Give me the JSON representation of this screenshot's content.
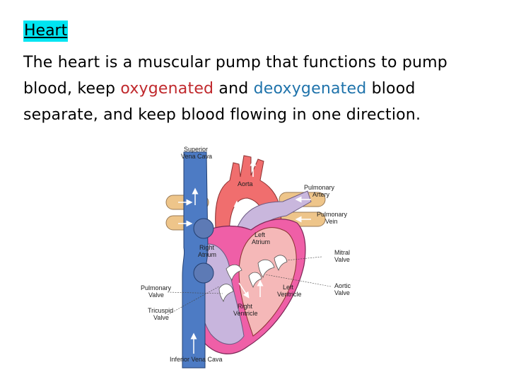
{
  "slide": {
    "title": "Heart",
    "paragraph": {
      "line1": "The heart is a muscular pump that functions to pump",
      "line2_start": "blood, keep ",
      "oxygenated": "oxygenated",
      "line2_mid": " and ",
      "deoxygenated": "deoxygenated",
      "line2_end": " blood",
      "line3": "separate, and keep blood flowing in one direction."
    },
    "colors": {
      "title_highlight": "#00e5f2",
      "oxygenated": "#c0292d",
      "deoxygenated": "#1f73ab"
    }
  },
  "diagram": {
    "labels": {
      "superior_vena_cava_1": "Superior",
      "superior_vena_cava_2": "Vena Cava",
      "aorta": "Aorta",
      "pulmonary_artery_1": "Pulmonary",
      "pulmonary_artery_2": "Artery",
      "pulmonary_vein_1": "Pulmonary",
      "pulmonary_vein_2": "Vein",
      "left_atrium_1": "Left",
      "left_atrium_2": "Atrium",
      "right_atrium_1": "Right",
      "right_atrium_2": "Atrium",
      "mitral_valve_1": "Mitral",
      "mitral_valve_2": "Valve",
      "aortic_valve_1": "Aortic",
      "aortic_valve_2": "Valve",
      "left_ventricle_1": "Left",
      "left_ventricle_2": "Ventricle",
      "right_ventricle_1": "Right",
      "right_ventricle_2": "Ventricle",
      "pulmonary_valve_1": "Pulmonary",
      "pulmonary_valve_2": "Valve",
      "tricuspid_valve_1": "Tricuspid",
      "tricuspid_valve_2": "Valve",
      "inferior_vena_cava": "Inferior Vena Cava"
    }
  }
}
